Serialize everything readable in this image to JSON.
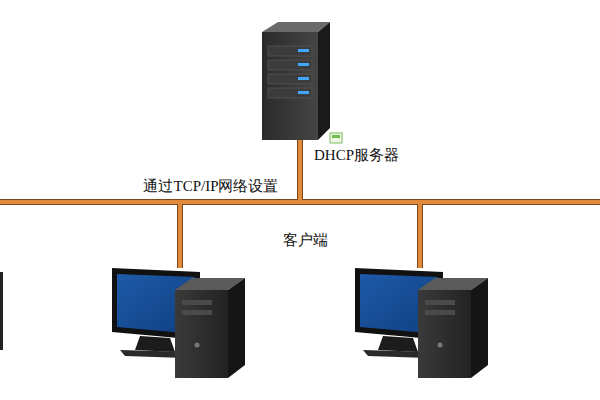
{
  "diagram": {
    "nodes": [
      {
        "text": [
          "DHCP服务器"
        ]
      }
    ],
    "labels": [
      "通过TCP/IP网络设置",
      "客户端"
    ]
  }
}
